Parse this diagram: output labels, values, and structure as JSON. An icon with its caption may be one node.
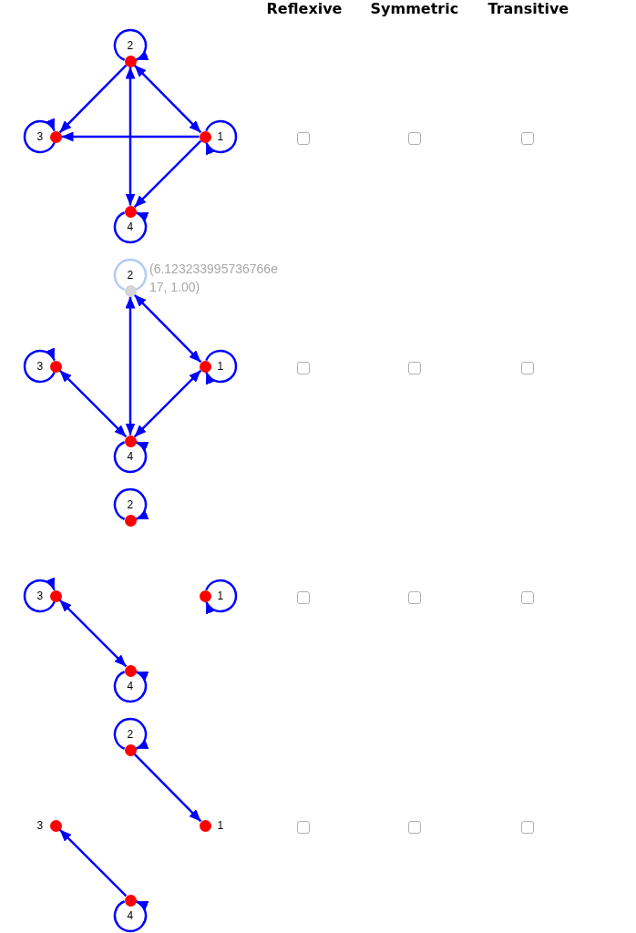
{
  "diagram": {
    "nodes": [
      {
        "text": [],
        "shape": "circle",
        "beside": [
          "2"
        ]
      },
      {
        "text": [],
        "shape": "circle",
        "beside": [
          "3"
        ]
      },
      {
        "text": [],
        "shape": "circle",
        "beside": [
          "1"
        ]
      },
      {
        "text": [],
        "shape": "circle",
        "beside": [
          "4"
        ]
      },
      {
        "text": [],
        "shape": "circle",
        "beside": [
          "2"
        ]
      },
      {
        "text": [],
        "shape": "circle",
        "beside": [
          "3"
        ]
      },
      {
        "text": [],
        "shape": "circle",
        "beside": [
          "1"
        ]
      },
      {
        "text": [],
        "shape": "circle",
        "beside": [
          "4"
        ]
      },
      {
        "text": [],
        "shape": "circle",
        "beside": [
          "2"
        ]
      },
      {
        "text": [],
        "shape": "circle",
        "beside": [
          "3"
        ]
      },
      {
        "text": [],
        "shape": "circle",
        "beside": [
          "1"
        ]
      },
      {
        "text": [],
        "shape": "circle",
        "beside": [
          "4"
        ]
      },
      {
        "text": [],
        "shape": "circle",
        "beside": [
          "2"
        ]
      },
      {
        "text": [],
        "shape": "circle",
        "beside": [
          "3"
        ]
      },
      {
        "text": [],
        "shape": "circle",
        "beside": [
          "1"
        ]
      },
      {
        "text": [],
        "shape": "circle",
        "beside": [
          "4"
        ]
      }
    ],
    "edges": [
      {
        "from": 0,
        "to": 0,
        "arrow": "to"
      },
      {
        "from": 0,
        "to": 1,
        "arrow": "to"
      },
      {
        "from": 0,
        "to": 2,
        "arrow": "both"
      },
      {
        "from": 0,
        "to": 3,
        "arrow": "both"
      },
      {
        "from": 1,
        "to": 1,
        "arrow": "to"
      },
      {
        "from": 2,
        "to": 2,
        "arrow": "to"
      },
      {
        "from": 2,
        "to": 1,
        "arrow": "to"
      },
      {
        "from": 2,
        "to": 3,
        "arrow": "to"
      },
      {
        "from": 3,
        "to": 3,
        "arrow": "to"
      },
      {
        "from": 4,
        "to": 4,
        "arrow": "none",
        "color": "#b3cbf5"
      },
      {
        "from": 4,
        "to": 6,
        "arrow": "both"
      },
      {
        "from": 4,
        "to": 7,
        "arrow": "both"
      },
      {
        "from": 5,
        "to": 5,
        "arrow": "to"
      },
      {
        "from": 5,
        "to": 7,
        "arrow": "both"
      },
      {
        "from": 6,
        "to": 6,
        "arrow": "to"
      },
      {
        "from": 6,
        "to": 7,
        "arrow": "both"
      },
      {
        "from": 7,
        "to": 7,
        "arrow": "to"
      },
      {
        "from": 8,
        "to": 8,
        "arrow": "to"
      },
      {
        "from": 9,
        "to": 9,
        "arrow": "to"
      },
      {
        "from": 9,
        "to": 11,
        "arrow": "both"
      },
      {
        "from": 10,
        "to": 10,
        "arrow": "to"
      },
      {
        "from": 11,
        "to": 11,
        "arrow": "to"
      },
      {
        "from": 12,
        "to": 12,
        "arrow": "to"
      },
      {
        "from": 12,
        "to": 14,
        "arrow": "to"
      },
      {
        "from": 15,
        "to": 15,
        "arrow": "to"
      },
      {
        "from": 15,
        "to": 13,
        "arrow": "to"
      }
    ],
    "labels": [
      "Reflexive",
      "Symmetric",
      "Transitive",
      "(6.123233995736766e 17, 1.00)"
    ]
  }
}
